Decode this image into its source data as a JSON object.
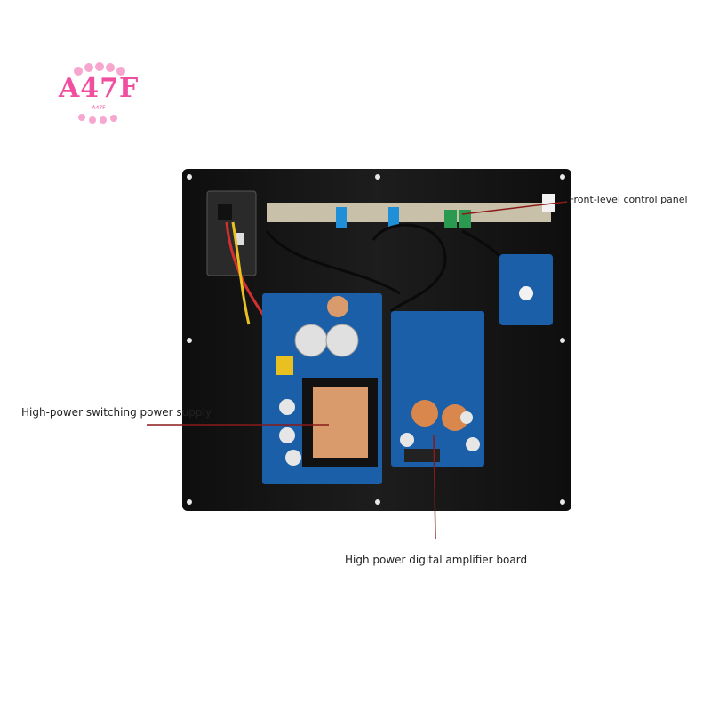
{
  "logo": {
    "text": "A47F",
    "subtext": "A47F",
    "color": "#f04fa0"
  },
  "callouts": {
    "front_panel": "Front-level control panel",
    "power_supply": "High-power switching power supply",
    "amplifier": "High power digital amplifier board"
  },
  "colors": {
    "plate": "#141414",
    "pcb": "#1a5fa8",
    "leader_line": "#8b1a1a"
  }
}
